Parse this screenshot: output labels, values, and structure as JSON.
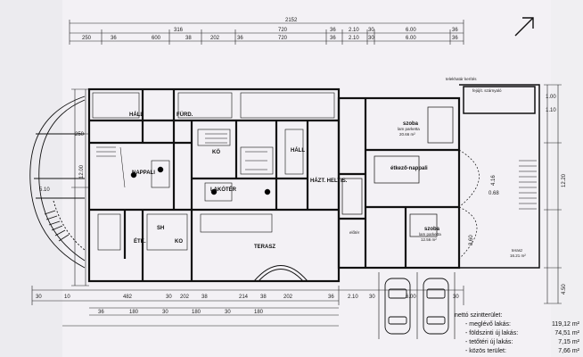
{
  "top_dims": {
    "overall": "2152",
    "row2": [
      "316",
      "720",
      "36",
      "2.10",
      "30",
      "6.00",
      "36"
    ],
    "row3": [
      "250",
      "36",
      "600",
      "38",
      "202",
      "36",
      "720",
      "36",
      "2.10",
      "30",
      "6.00",
      "36"
    ]
  },
  "bottom_dims": {
    "row1": [
      "30",
      "10",
      "482",
      "30",
      "202",
      "38",
      "214",
      "38",
      "202",
      "36",
      "2.10",
      "30",
      "6.00",
      "30"
    ],
    "row2": [
      "36",
      "180",
      "30",
      "180",
      "30",
      "180"
    ]
  },
  "left_dims": [
    "250",
    "12.00",
    "5.10"
  ],
  "right_dims": [
    "1.00",
    "1.10",
    "12.20",
    "4.16",
    "0.68",
    "3.60",
    "4.50"
  ],
  "rooms": {
    "hall1": "HÁLL",
    "fur": "FÜRD.",
    "ko": "KÖ",
    "hall2": "HÁLL",
    "nappali": "NAPPALI",
    "lakoter": "LAKÓTÉR",
    "haztart": "HÁZT. HELYIS.",
    "etk": "ÉTK.",
    "sh": "SH",
    "kon": "KO",
    "terasz": "TERASZ",
    "szoba1": "szoba",
    "szoba1_sub": "lam parketta",
    "szoba1_area": "20.66 m²",
    "etkezo": "étkező-nappali",
    "szoba2": "szoba",
    "szoba2_sub": "lam parketta",
    "szoba2_area": "12.56 m²",
    "eloter": "előtér",
    "terasz2": "terasz",
    "terasz2_area": "16.21 m²",
    "felujitott": "fejújít. szárnyaló",
    "telekhatar": "telekhatár kerítés"
  },
  "areas": {
    "title": "nettó szintterület:",
    "rows": [
      {
        "label": "- meglévő lakás:",
        "value": "119,12 m²"
      },
      {
        "label": "- földszinti új lakás:",
        "value": "74,51 m²"
      },
      {
        "label": "- tetőtéri új lakás:",
        "value": "7,15 m²"
      },
      {
        "label": "- közös terület:",
        "value": "7,66 m²"
      }
    ]
  },
  "icons": [
    "north-arrow-icon",
    "car-icon",
    "car-icon"
  ]
}
